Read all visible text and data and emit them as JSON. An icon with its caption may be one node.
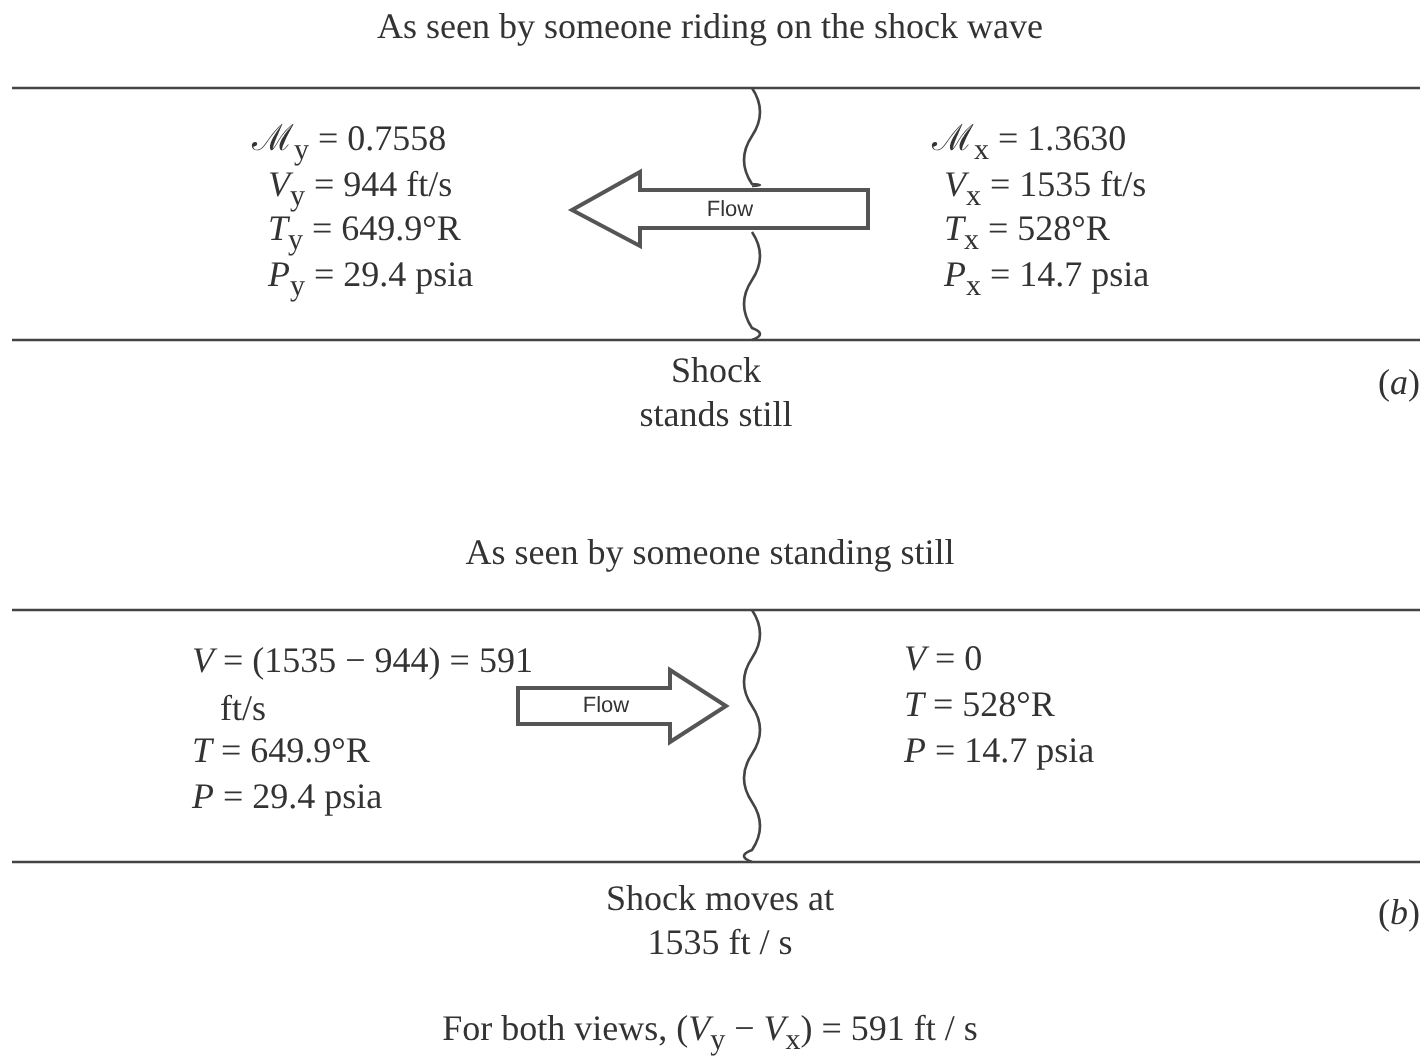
{
  "diagram": {
    "caption": "For both views, (*V*$_{y}$ − *V*$_{x}$) = 591 ft / s",
    "labels": [
      "As seen by someone riding on the shock wave",
      "ℳ$_{y}$ = 0.7558",
      "*V*$_{y}$ = 944 ft/s",
      "*T*$_{y}$ = 649.9°R",
      "*P*$_{y}$ = 29.4 psia",
      "Flow",
      "ℳ$_{x}$ = 1.3630",
      "*V*$_{x}$ = 1535 ft/s",
      "*T*$_{x}$ = 528°R",
      "*P*$_{x}$ = 14.7 psia",
      "Shock stands still",
      "(*a*)",
      "As seen by someone standing still",
      "*V* = (1535 − 944) = 591 ft/s",
      "*T* = 649.9°R",
      "*P* = 29.4 psia",
      "Flow",
      "*V* = 0",
      "*T* = 528°R",
      "*P* = 14.7 psia",
      "Shock moves at 1535 ft / s",
      "(*b*)"
    ]
  }
}
